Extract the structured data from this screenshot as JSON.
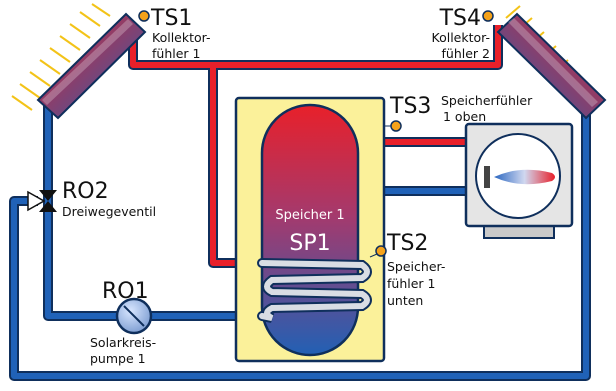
{
  "colors": {
    "hot_pipe": "#e8202a",
    "cold_pipe": "#1f5fae",
    "pipe_outline": "#0f2f5c",
    "tank_housing": "#fbf19a",
    "sensor_dot": "#f5a21a",
    "sun_ray": "#f3c318"
  },
  "sensors": {
    "ts1": {
      "id": "TS1",
      "desc": [
        "Kollektor-",
        "fühler 1"
      ]
    },
    "ts4": {
      "id": "TS4",
      "desc": [
        "Kollektor-",
        "fühler 2"
      ]
    },
    "ts3": {
      "id": "TS3",
      "desc": [
        "Speicherfühler",
        "1 oben"
      ]
    },
    "ts2": {
      "id": "TS2",
      "desc": [
        "Speicher-",
        "fühler 1",
        "unten"
      ]
    }
  },
  "valve": {
    "id": "RO2",
    "desc": "Dreiwegeventil"
  },
  "pump": {
    "id": "RO1",
    "desc": [
      "Solarkreis-",
      "pumpe 1"
    ]
  },
  "tank": {
    "name": "Speicher 1",
    "code": "SP1"
  }
}
